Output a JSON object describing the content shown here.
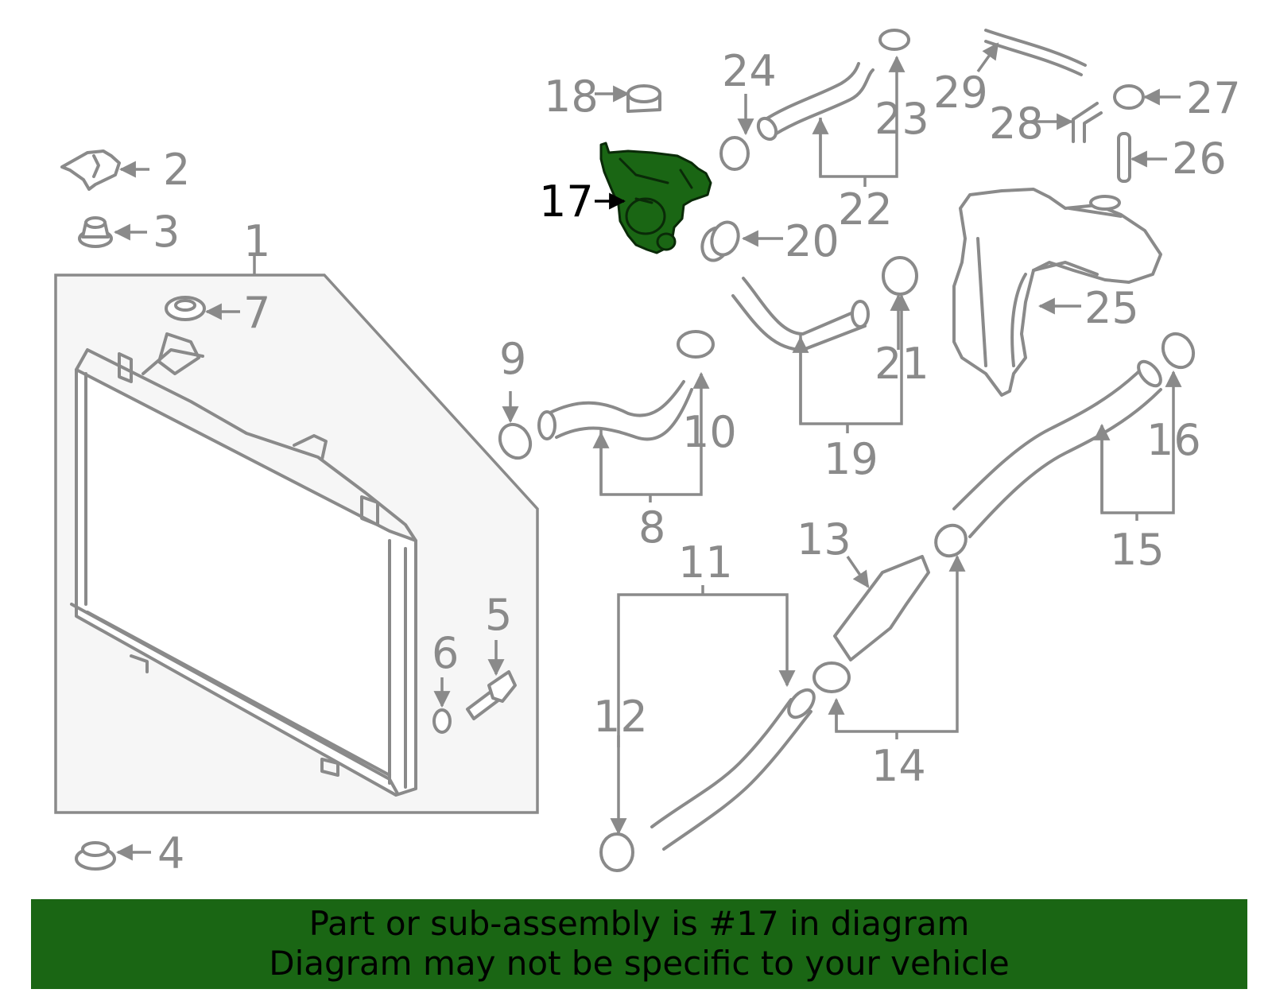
{
  "callouts": {
    "c1": "1",
    "c2": "2",
    "c3": "3",
    "c4": "4",
    "c5": "5",
    "c6": "6",
    "c7": "7",
    "c8": "8",
    "c9": "9",
    "c10": "10",
    "c11": "11",
    "c12": "12",
    "c13": "13",
    "c14": "14",
    "c15": "15",
    "c16": "16",
    "c17": "17",
    "c18": "18",
    "c19": "19",
    "c20": "20",
    "c21": "21",
    "c22": "22",
    "c23": "23",
    "c24": "24",
    "c25": "25",
    "c26": "26",
    "c27": "27",
    "c28": "28",
    "c29": "29"
  },
  "highlighted_part": "17",
  "colors": {
    "highlight": "#1a6614",
    "line": "#8a8a8a",
    "banner": "#1a6614"
  },
  "banner": {
    "line1": "Part or sub-assembly is #17 in diagram",
    "line2": "Diagram may not be specific to your vehicle"
  }
}
